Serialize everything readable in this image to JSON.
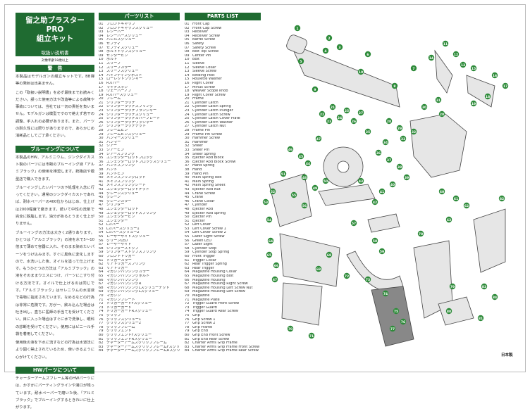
{
  "title": {
    "line1": "留之助ブラスターPRO",
    "line2": "組立キット",
    "subtitle": "取扱い説明書",
    "age": "対象年齢18歳以上"
  },
  "sections": [
    {
      "heading": "警　告",
      "paragraphs": [
        "本製品はモデルガンの組立キットです。BB弾等の発射は出来ません。",
        "この「取扱い説明書」を必ず最後までお読みください。誤った使用方法や改造等による故障や事故については、当社では一切の責任を負いません。モデルガンは模型ですので絶えず若干の調整、手入れの必要があります。また、パーツの耐久性には限りがありますので、あらかじめ消耗品としてご了承ください。"
      ]
    },
    {
      "heading": "ブルーイングについて",
      "paragraphs": [
        "本製品のHW、アルミニウム、ジンクダイカスト製のパーツには市販のブルーイング液「アルミブラック」の使用を推奨します。銃砲店や模型店で購入できます。",
        "ブルーイングしたいパーツの下処理を入念に行ってください。通常のジンクダイカストであれば、耐水ペーパーの400位からはじめ、仕上げは2000程度で磨きます。続いて中性の洗剤で完全に脱脂します。油分があるとうまく仕上がりません。",
        "ブルーイングの方法は大きく2通りあります。ひとつは「アルミブラック」の液を水で5〜10倍まで薄めて容器に入れ、そのまま染めたいパーツをつけ込みます。すぐに黒色に変化しますので、水洗いした後、オイルを塗って仕上げます。もうひとつの方法は「アルミブラック」の液をそのままウエスにつけ、パーツにこすり付ける方法です。オイルで仕上げるのは同じです。「アルミブラック」はセレニウムの水溶液で毒物に指定されています。なめるなどの行為は非常に危険です。万が一、飲み込んだ場合は吐き出し、直ちに医師の手当てを受けてください。目に入った場合はすぐに水で洗浄し、眼科の診断を受けてください。使用にはビニール手袋を着用してください。",
        "使用後の液を下水に流すなどの行為は水道法により固く禁止されているため、使いきるように心がけてください。"
      ]
    },
    {
      "heading": "HWパーツについて",
      "paragraphs": [
        "チャーターアームズフレーム等のHWパーツには、かすかにパーティングラインや湯口が残っています。耐水ペーパーで磨いた後、「アルミブラック」でブルーイングするときれいに仕上がります。"
      ]
    }
  ],
  "parts_jp": {
    "heading": "パーツリスト",
    "items": [
      "フロントキャップ",
      "フロントキャップスクリュー",
      "レシーバー",
      "レシーバースクリュー",
      "バレルスクリュー",
      "セフティ",
      "セフティスクリュー",
      "ボルトトップスクリュー",
      "センターピン",
      "ボルト",
      "スリーブ",
      "スリーブカラー",
      "スリーブスクリュー",
      "バインディングポスト",
      "ローレットワッシャー",
      "Rカバー",
      "マイナスネジ",
      "ウェーバーノブ",
      "Rカバースクリュー",
      "フレーム",
      "シリンダーラッチ",
      "シリンダーラッチスプリング",
      "シリンダーラッチプランジャー",
      "シリンダーラッチスクリュー",
      "シリンダーラッチカバープレート",
      "シリンダーラッチワッシャー",
      "シリンダーラッチナット",
      "フレームピン",
      "フレームピンスクリュー",
      "ハンマースクリュー",
      "ハンマー",
      "シアー",
      "シアーピン",
      "シアースプリング",
      "エジェクターロッドブロック",
      "エジェクターロッドブロックスクリュー",
      "ハンドスプリング",
      "ハンド",
      "ハンドピン",
      "メインスプリングロッド",
      "メインスプリング",
      "メインスプリングシート",
      "エジェクターロッドナット",
      "クレーンスクリュー",
      "クレーン",
      "クレーンカラー",
      "シリンダー",
      "エジェクターロッド",
      "エジェクターロッドスプリング",
      "エジェクターピン",
      "エジェクター",
      "Lカバー",
      "Lカバースクリュー1",
      "Lカバースクリュー2",
      "レーザーサイトスクリュー",
      "グリーンLED",
      "レーザーサイト",
      "シリンダーストップ",
      "シリンダーストップスプリング",
      "フロントトリガー",
      "トリガーカラー",
      "リアトリガースプリング",
      "リアトリガー",
      "マガジンハウジングカラー",
      "マガジンハウジングボルト",
      "マガジンハウジング",
      "マガジンハウジングR",
      "マガジンハウジングLスクリューナット",
      "マガジンハウジングLスクリュー",
      "マガジン",
      "マガジンプレート",
      "トリガーガードFスクリュー",
      "トリガーガード",
      "トリガーガードRスクリュー",
      "グリップ",
      "グリップスクリュー1",
      "グリップスクリュー2",
      "グリップフレーム",
      "グリップエンド",
      "グリップエンドFスクリュー",
      "グリップエンドRスクリュー",
      "チャーターアームズグリップフレーム",
      "チャーターアームズグリップフレームFスクリュー",
      "チャーターアームズグリップフレームRスクリュー"
    ]
  },
  "parts_en": {
    "heading": "PARTS LIST",
    "items": [
      "Front Cap",
      "Front Cap Screw",
      "Receiver",
      "Receiver Screw",
      "Barrel Screw",
      "Safety",
      "Safety Screw",
      "Bolt Top Screw",
      "Center Pin",
      "Bolt",
      "Sleeve",
      "Sleeve Collar",
      "Sleeve Screw",
      "Binding Post",
      "Roulette Washer",
      "Right Cover",
      "Minus Screw",
      "Weaver Scope knob",
      "Right Cover Screw",
      "Frame",
      "Cylinder Latch",
      "Cylinder Latch Spring",
      "Cylinder Latch Plunger",
      "Cylinder Latch Screw",
      "Cylinder Latch Cover Plate",
      "Cylinder Latch Washer",
      "Cylinder Latch Nut",
      "Frame Pin",
      "Frame Pin Screw",
      "Hammer Screw",
      "Hammer",
      "Sheer",
      "Sheer Pin",
      "Sheer Spring",
      "Ejecter Rod Block",
      "Ejecter Rod Block Screw",
      "Hand Spring",
      "Hand",
      "Hand Pin",
      "Main Spring Rod",
      "Main Spring",
      "Main Spring Sheet",
      "Ejecter Rod Nut",
      "Crane Screw",
      "Crane",
      "Crane Collar",
      "Cylinder",
      "Ejecter Rod",
      "Ejecter Rod Spring",
      "Ejecter Pin",
      "Ejecter",
      "Left Cover",
      "Left Cover Screw 1",
      "Left Cover Screw 2",
      "Lazer Sight Screw",
      "Green LED",
      "Lazer Sight",
      "Cylinder Stop",
      "Cylinder Stop Spring",
      "Front Trigger",
      "Trigger Collar",
      "Rear Trigger Spring",
      "Rear Trigger",
      "Magazine Housing Collar",
      "Magazine Housing Bolt",
      "Magazine Housing",
      "Magazine Housing Right Screw",
      "Magazine Housing Left Screw Nut",
      "Magazine Housing Left Screw",
      "Magazine",
      "Magazine Plate",
      "Trigger Guard Front Screw",
      "Trigger Guard",
      "Trigger Guard Rear Screw",
      "Grip",
      "Grip Screw 1",
      "Grip Screw 2",
      "Grip Frame",
      "Grip End",
      "Grip End Front Screw",
      "Grip End Rear Screw",
      "Charter Arms Grip Frame",
      "Charter Arms Grip Frame Front Screw",
      "Charter Arms Grip Frame Rear Screw"
    ]
  },
  "diagram": {
    "callouts": [
      "1",
      "2",
      "3",
      "4",
      "5",
      "6",
      "7",
      "8",
      "9",
      "10",
      "11",
      "12",
      "13",
      "14",
      "15",
      "16",
      "17",
      "18",
      "19",
      "20",
      "21",
      "22",
      "23",
      "24",
      "25",
      "26",
      "27",
      "28",
      "29",
      "30",
      "31",
      "32",
      "33",
      "34",
      "35",
      "36",
      "37",
      "38",
      "39",
      "40",
      "41",
      "42",
      "43",
      "44",
      "45",
      "46",
      "47",
      "48",
      "49",
      "50",
      "51",
      "52",
      "53",
      "54",
      "55",
      "56",
      "57",
      "58",
      "59",
      "60",
      "61",
      "62",
      "63",
      "64",
      "65",
      "66",
      "67",
      "68",
      "69",
      "70",
      "71",
      "72",
      "73",
      "74",
      "75",
      "76",
      "77",
      "78",
      "79",
      "80",
      "81",
      "82",
      "83",
      "84"
    ]
  },
  "made_in": "日本製",
  "colors": {
    "accent": "#1f6b31",
    "callout": "#2e8b3a"
  }
}
